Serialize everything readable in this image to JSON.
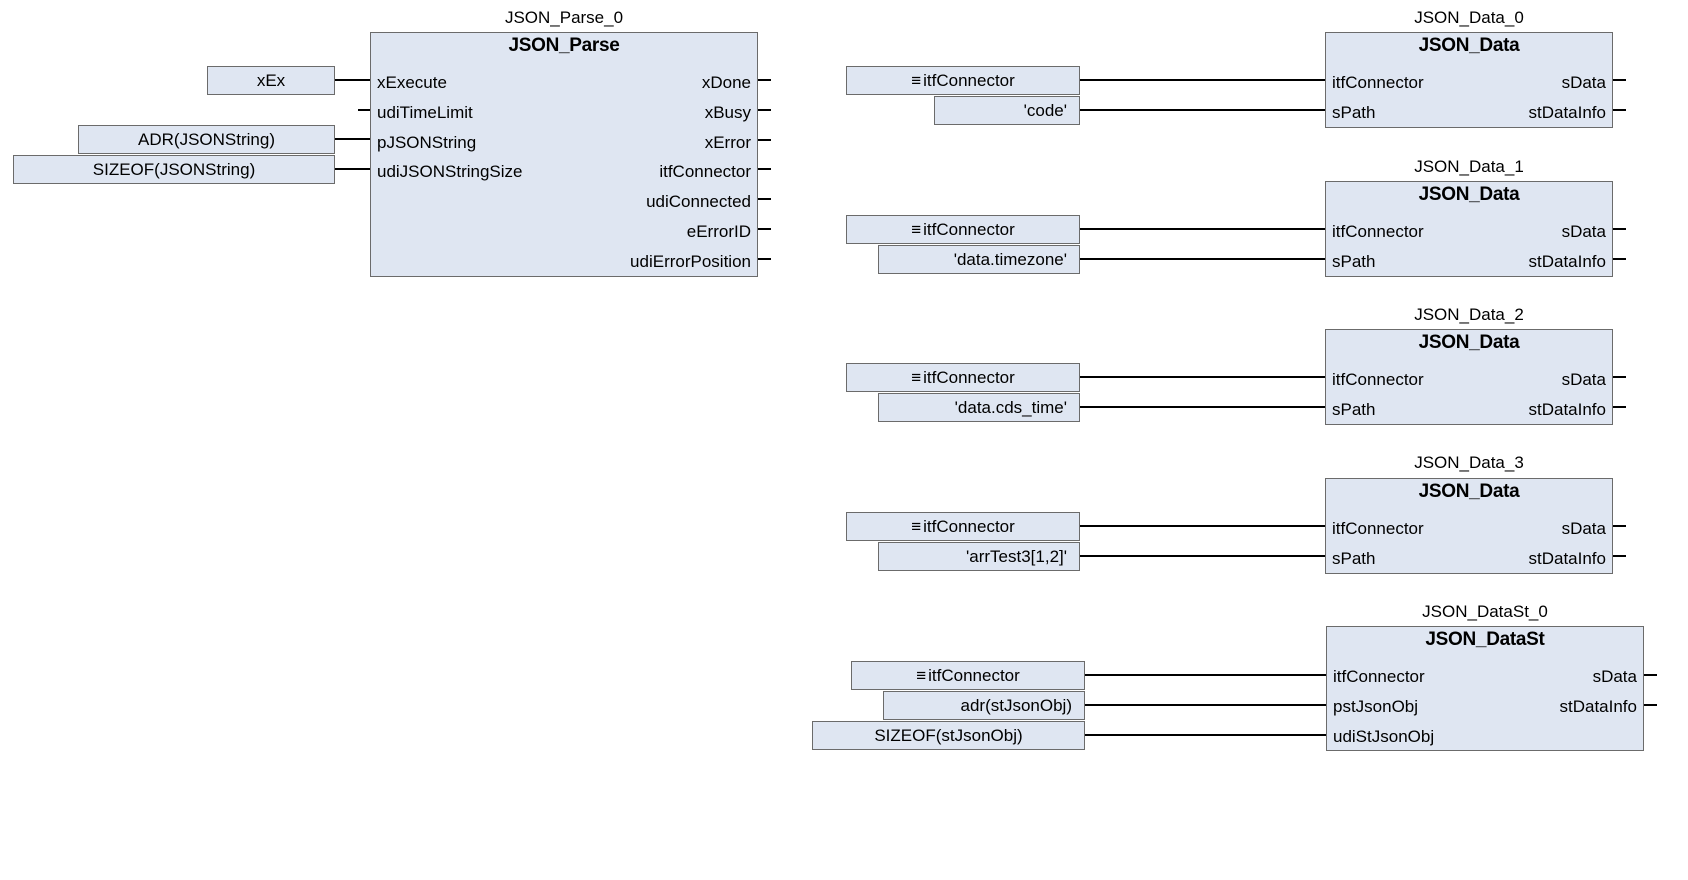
{
  "diagram": {
    "type": "fbd-function-block-diagram",
    "background": "#ffffff",
    "block_fill": "#dfe6f2",
    "block_border": "#6b6b6b",
    "wire_color": "#000000"
  },
  "blocks": [
    {
      "instance": "JSON_Parse_0",
      "type": "JSON_Parse",
      "inputs": [
        "xExecute",
        "udiTimeLimit",
        "pJSONString",
        "udiJSONStringSize"
      ],
      "outputs": [
        "xDone",
        "xBusy",
        "xError",
        "itfConnector",
        "udiConnected",
        "eErrorID",
        "udiErrorPosition"
      ]
    },
    {
      "instance": "JSON_Data_0",
      "type": "JSON_Data",
      "inputs": [
        "itfConnector",
        "sPath"
      ],
      "outputs": [
        "sData",
        "stDataInfo"
      ]
    },
    {
      "instance": "JSON_Data_1",
      "type": "JSON_Data",
      "inputs": [
        "itfConnector",
        "sPath"
      ],
      "outputs": [
        "sData",
        "stDataInfo"
      ]
    },
    {
      "instance": "JSON_Data_2",
      "type": "JSON_Data",
      "inputs": [
        "itfConnector",
        "sPath"
      ],
      "outputs": [
        "sData",
        "stDataInfo"
      ]
    },
    {
      "instance": "JSON_Data_3",
      "type": "JSON_Data",
      "inputs": [
        "itfConnector",
        "sPath"
      ],
      "outputs": [
        "sData",
        "stDataInfo"
      ]
    },
    {
      "instance": "JSON_DataSt_0",
      "type": "JSON_DataSt",
      "inputs": [
        "itfConnector",
        "pstJsonObj",
        "udiStJsonObj"
      ],
      "outputs": [
        "sData",
        "stDataInfo"
      ]
    }
  ],
  "variables": {
    "parse": {
      "xExecute": "xEx",
      "pJSONString": "ADR(JSONString)",
      "udiJSONStringSize": "SIZEOF(JSONString)"
    },
    "data0": {
      "itfConnector": "itfConnector",
      "sPath": "'code'"
    },
    "data1": {
      "itfConnector": "itfConnector",
      "sPath": "'data.timezone'"
    },
    "data2": {
      "itfConnector": "itfConnector",
      "sPath": "'data.cds_time'"
    },
    "data3": {
      "itfConnector": "itfConnector",
      "sPath": "'arrTest3[1,2]'"
    },
    "datast": {
      "itfConnector": "itfConnector",
      "pstJsonObj": "adr(stJsonObj)",
      "udiStJsonObj": "SIZEOF(stJsonObj)"
    }
  },
  "icons": {
    "interface_menu": "≡"
  }
}
